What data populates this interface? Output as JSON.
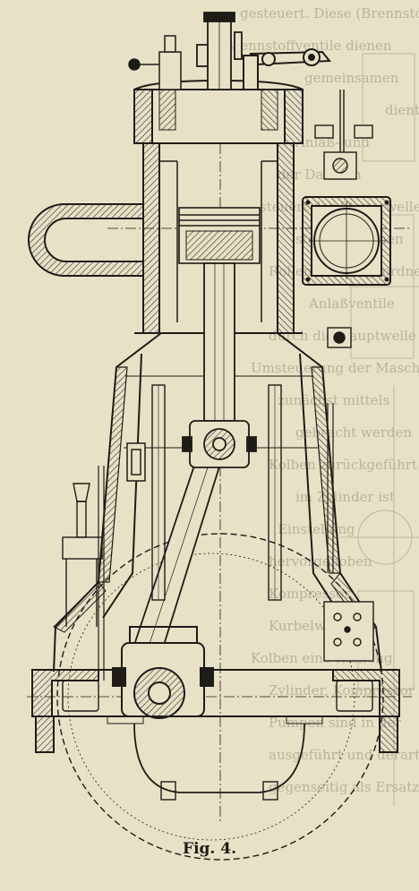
{
  "figure": {
    "caption": "Fig. 4.",
    "background_paper": "#e7e2c6",
    "ink": "#1d1c17",
    "hatch": "#3a372c",
    "ghost": "#bdb79d"
  },
  "background_text": [
    "gesteuert. Diese (Brennstoff-",
    "Brennstoffventile dienen",
    "gemeinsamen",
    "dient",
    "Anlaß- und",
    "der Daumen",
    "steuert der Steuerwelle",
    "stehen kommen",
    "Rollen sind angeordnet",
    "Anlaßventile",
    "durch die Hauptwelle",
    "Umsteuerung der Maschine",
    "zunächst mittels",
    "gebracht werden",
    "Kolben zurückgeführt",
    "im Zylinder ist",
    "Einstellung",
    "hervorgehoben",
    "Kompressor",
    "Kurbelwelle",
    "Kolben eine Kühlung",
    "Zylinder, Kompressor",
    "Pumpen sind in der",
    "ausgeführt und derart",
    "gegenseitig als Ersatz"
  ],
  "parts": [
    "fuel-valve",
    "rocker-lever",
    "cylinder-head",
    "cylinder",
    "piston",
    "scavenging-pipe",
    "air-valve-casing",
    "connecting-rod",
    "crosshead",
    "crank-pin",
    "crankcase-frame",
    "bedplate",
    "crankshaft-circle"
  ]
}
